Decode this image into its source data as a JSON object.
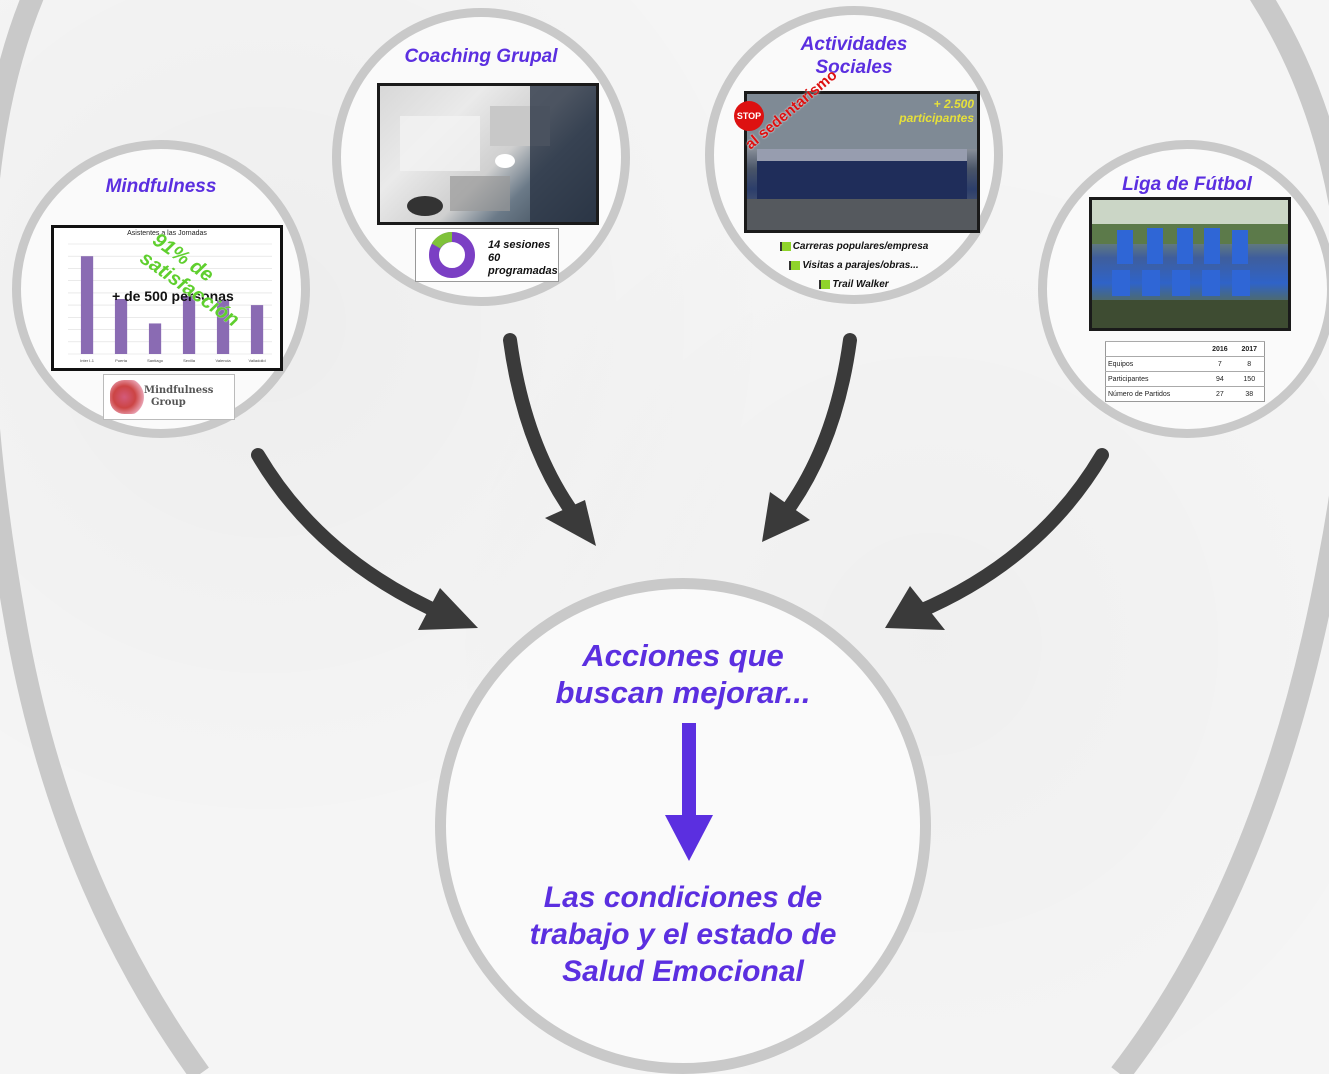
{
  "mindfulness": {
    "title": "Mindfulness",
    "chart_title": "Asistentes a las Jornadas",
    "chart_categories": [
      "Inter I-1",
      "Puerta",
      "Santiago",
      "Sevilla",
      "Valencia",
      "Valladolid"
    ],
    "chart_values": [
      160,
      90,
      50,
      95,
      88,
      80
    ],
    "people_label": "+ de 500 personas",
    "satisfaction_label": "91% de satisfacción"
  },
  "coaching": {
    "title": "Coaching Grupal",
    "sessions_line1": "14 sesiones",
    "sessions_line2": "60 programadas"
  },
  "actividades": {
    "title_line1": "Actividades",
    "title_line2": "Sociales",
    "stop_text": "STOP",
    "sedentarismo": "al sedentarismo",
    "participants_line1": "+ 2.500",
    "participants_line2": "participantes",
    "items": [
      "Carreras populares/empresa",
      "Visitas a parajes/obras...",
      "Trail Walker"
    ]
  },
  "liga": {
    "title": "Liga de Fútbol",
    "table_headers": [
      "",
      "2016",
      "2017"
    ],
    "table_rows": [
      [
        "Equipos",
        "7",
        "8"
      ],
      [
        "Participantes",
        "94",
        "150"
      ],
      [
        "Número de Partidos",
        "27",
        "38"
      ]
    ]
  },
  "main": {
    "top_line1": "Acciones que",
    "top_line2": "buscan mejorar...",
    "bottom_line1": "Las condiciones de",
    "bottom_line2": "trabajo y el estado de",
    "bottom_line3": "Salud Emocional"
  },
  "colors": {
    "accent_purple": "#5b2fe0",
    "circle_gray": "#c9c9c9",
    "arrow_dark": "#3a3a3a",
    "satisfaction_green": "#5fcf2e",
    "chart_bar": "#8a6bb3"
  }
}
